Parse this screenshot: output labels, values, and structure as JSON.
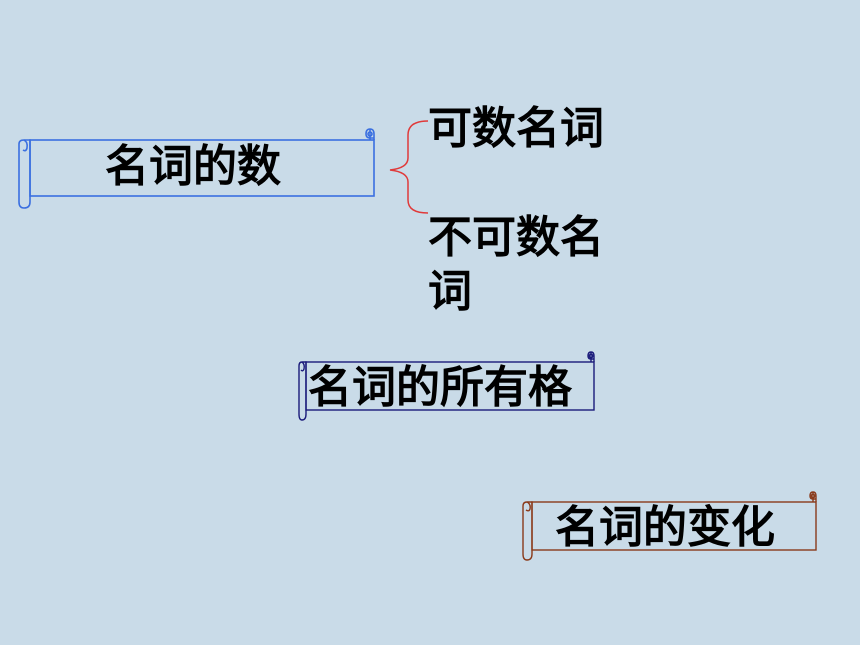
{
  "diagram": {
    "main_topic": {
      "label": "名词的数",
      "border_color": "#3a6fe0"
    },
    "branches": [
      {
        "label": "可数名词"
      },
      {
        "label_line1": "不可数名",
        "label_line2": "词"
      }
    ],
    "brace_color": "#e03a3a",
    "possessive": {
      "label": "名词的所有格",
      "border_color": "#1a1a7a"
    },
    "change": {
      "label": "名词的变化",
      "border_color": "#8a3a1a"
    }
  }
}
